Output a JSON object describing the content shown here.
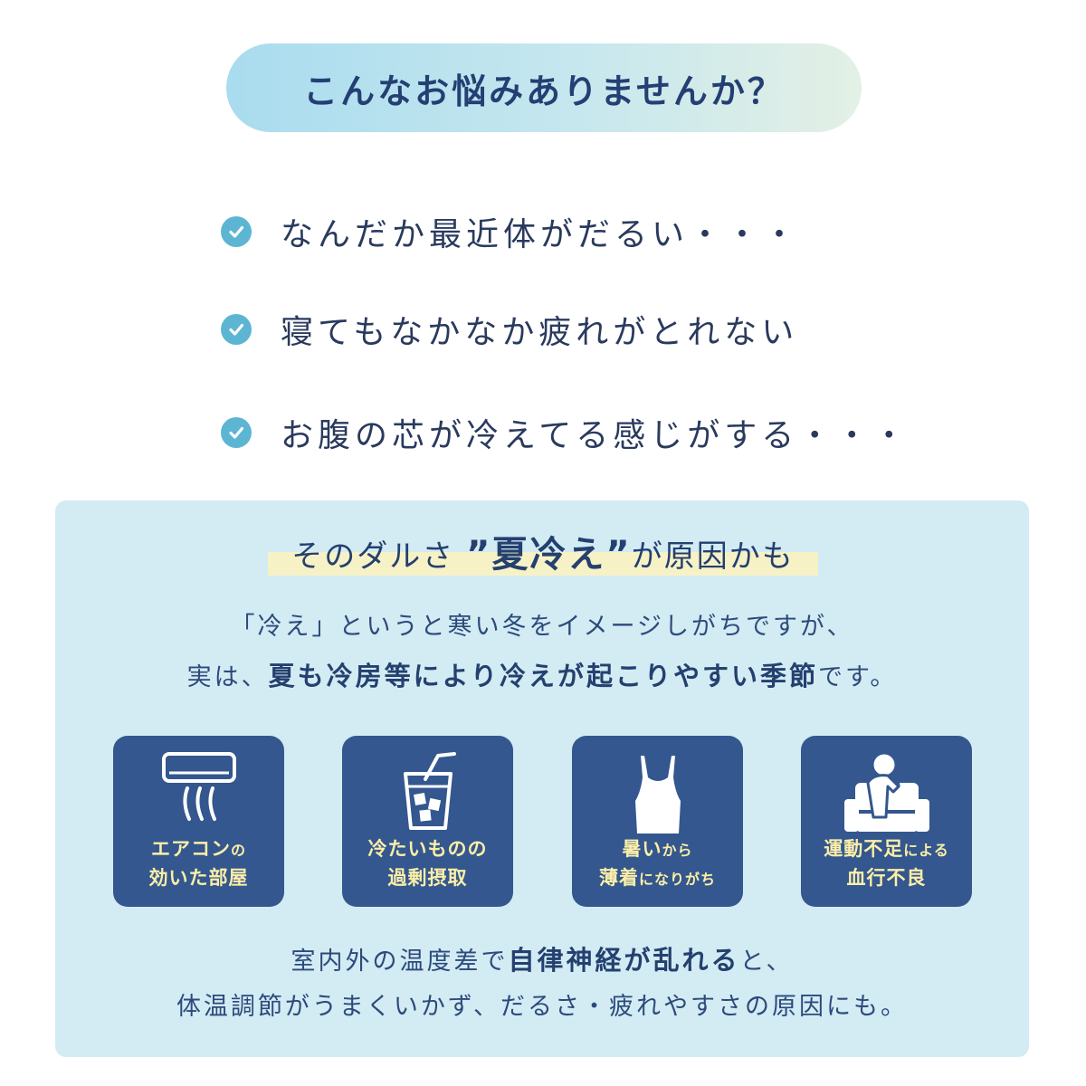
{
  "header": {
    "title": "こんなお悩みありませんか？"
  },
  "concerns": [
    {
      "text": "なんだか最近体がだるい・・・",
      "icon": "check-icon"
    },
    {
      "text": "寝てもなかなか疲れがとれない",
      "icon": "check-icon"
    },
    {
      "text": "お腹の芯が冷えてる感じがする・・・",
      "icon": "check-icon"
    }
  ],
  "headline": {
    "prefix": "そのダルさ",
    "open_quote": "”",
    "emphasis": "夏冷え",
    "close_quote": "”",
    "suffix": "が原因かも"
  },
  "intro": {
    "line1": "「冷え」というと寒い冬をイメージしがちですが、",
    "line2_prefix": "実は、",
    "line2_bold": "夏も冷房等により冷えが起こりやすい季節",
    "line2_suffix": "です。"
  },
  "causes": [
    {
      "icon": "air-conditioner-icon",
      "line1": "エアコン",
      "line1_small": "の",
      "line2": "効いた部屋",
      "line2_small": ""
    },
    {
      "icon": "iced-drink-icon",
      "line1": "冷たいものの",
      "line1_small": "",
      "line2": "過剰摂取",
      "line2_small": ""
    },
    {
      "icon": "camisole-icon",
      "line1": "暑い",
      "line1_small": "から",
      "line2": "薄着",
      "line2_small": "になりがち"
    },
    {
      "icon": "person-on-sofa-icon",
      "line1": "運動不足",
      "line1_small": "による",
      "line2": "血行不良",
      "line2_small": ""
    }
  ],
  "outro": {
    "line1_prefix": "室内外の温度差で",
    "line1_bold": "自律神経が乱れる",
    "line1_suffix": "と、",
    "line2": "体温調節がうまくいかず、だるさ・疲れやすさの原因にも。"
  },
  "colors": {
    "panel_bg": "#d3ebf3",
    "card_bg": "#33578e",
    "caption": "#fbeea8",
    "check": "#5cb6d3",
    "highlight": "#f7f2c6"
  }
}
